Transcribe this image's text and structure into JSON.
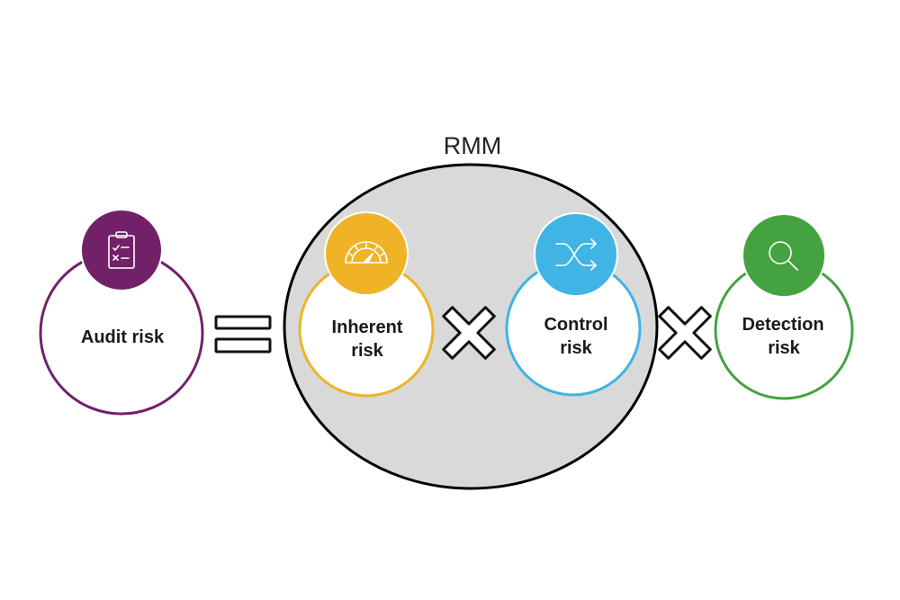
{
  "diagram": {
    "group": {
      "label": "RMM",
      "fill": "#d9d9d9",
      "stroke": "#000000"
    },
    "operators": {
      "equals": "=",
      "times_1": "×",
      "times_2": "×"
    },
    "nodes": [
      {
        "id": "audit",
        "label_line1": "Audit risk",
        "label_line2": "",
        "icon": "clipboard-checklist-icon",
        "color": "#722169"
      },
      {
        "id": "inherent",
        "label_line1": "Inherent",
        "label_line2": "risk",
        "icon": "speedometer-icon",
        "color": "#efb325"
      },
      {
        "id": "control",
        "label_line1": "Control",
        "label_line2": "risk",
        "icon": "shuffle-icon",
        "color": "#3fb4e5"
      },
      {
        "id": "detection",
        "label_line1": "Detection",
        "label_line2": "risk",
        "icon": "magnifier-icon",
        "color": "#44a340"
      }
    ],
    "formula": "Audit risk = Inherent risk × Control risk × Detection risk"
  }
}
